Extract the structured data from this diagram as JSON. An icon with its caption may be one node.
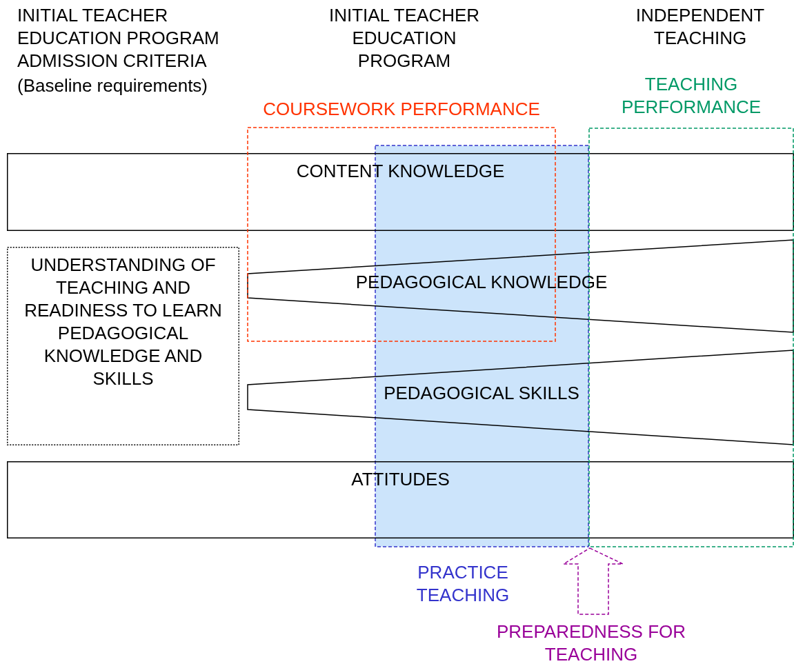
{
  "diagram": {
    "nodes": [
      {
        "text": [
          "PRACTICE TEACHING"
        ]
      },
      {
        "text": [
          "CONTENT KNOWLEDGE"
        ]
      },
      {
        "text": [
          "UNDERSTANDING OF TEACHING AND READINESS TO LEARN PEDAGOGICAL KNOWLEDGE AND SKILLS"
        ]
      },
      {
        "text": [
          "PEDAGOGICAL KNOWLEDGE"
        ]
      },
      {
        "text": [
          "PEDAGOGICAL SKILLS"
        ]
      },
      {
        "text": [
          "ATTITUDES"
        ]
      },
      {
        "text": [
          "COURSEWORK PERFORMANCE"
        ]
      },
      {
        "text": [
          "TEACHING PERFORMANCE"
        ]
      }
    ],
    "labels": [
      "INITIAL TEACHER EDUCATION PROGRAM ADMISSION CRITERIA",
      "(Baseline requirements)",
      "INITIAL TEACHER EDUCATION PROGRAM",
      "INDEPENDENT TEACHING",
      "PREPAREDNESS FOR TEACHING"
    ]
  }
}
